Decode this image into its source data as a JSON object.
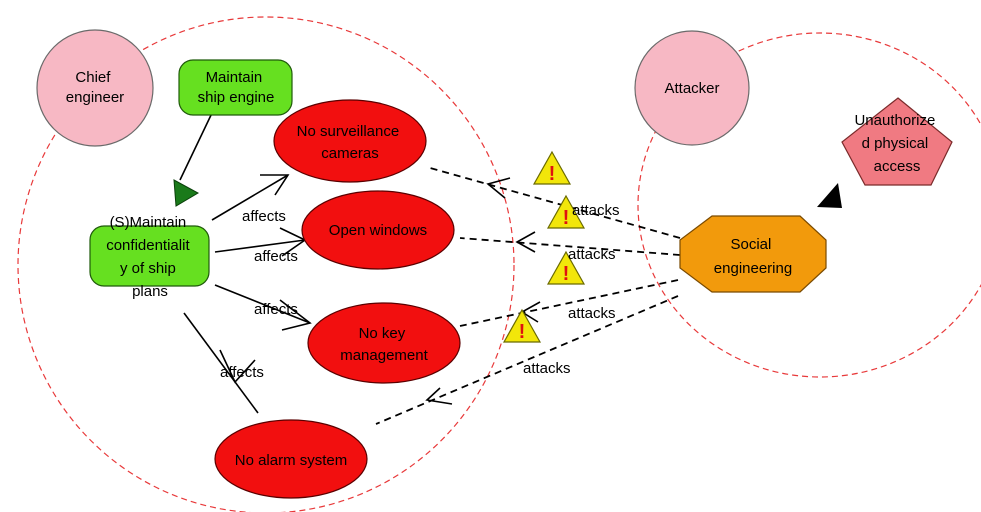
{
  "colors": {
    "boundary": "#e8393a",
    "actor": "#f7b8c4",
    "goal": "#66e020",
    "vulnerability": "#f20f0f",
    "threat": "#f29a0c",
    "attacker_goal": "#f07a82",
    "warning": "#f2e60a",
    "edge": "#000000"
  },
  "actors": {
    "chief_engineer": "Chief engineer",
    "attacker": "Attacker"
  },
  "goals": {
    "maintain_engine": "Maintain ship engine",
    "confidentiality": "(S)Maintain confidentiality of ship plans"
  },
  "vulnerabilities": {
    "cameras": "No surveillance cameras",
    "windows": "Open windows",
    "key_management": "No key management",
    "alarm": "No alarm system"
  },
  "threat": "Social engineering",
  "attacker_goal": "Unauthorized physical access",
  "edge_labels": {
    "affects": "affects",
    "attacks": "attacks"
  }
}
